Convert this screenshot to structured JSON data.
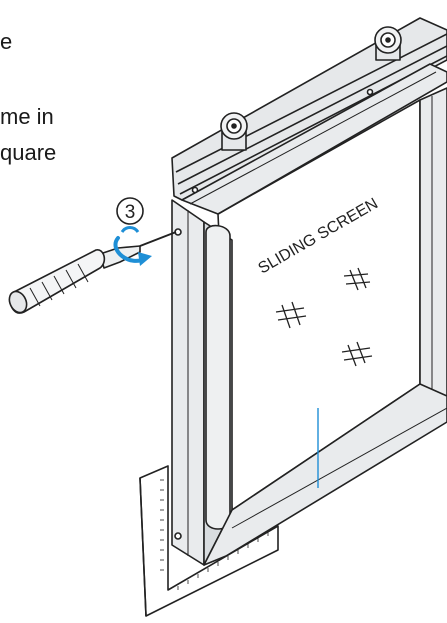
{
  "instructions": {
    "line1": "e",
    "line2": "me in",
    "line3": "quare"
  },
  "figure": {
    "step_number": "3",
    "screen_label": "SLIDING SCREEN"
  },
  "colors": {
    "outline": "#222222",
    "frame_fill": "#e9ebed",
    "frame_shadow": "#cfd3d6",
    "blue_line": "#1f8fd6"
  }
}
